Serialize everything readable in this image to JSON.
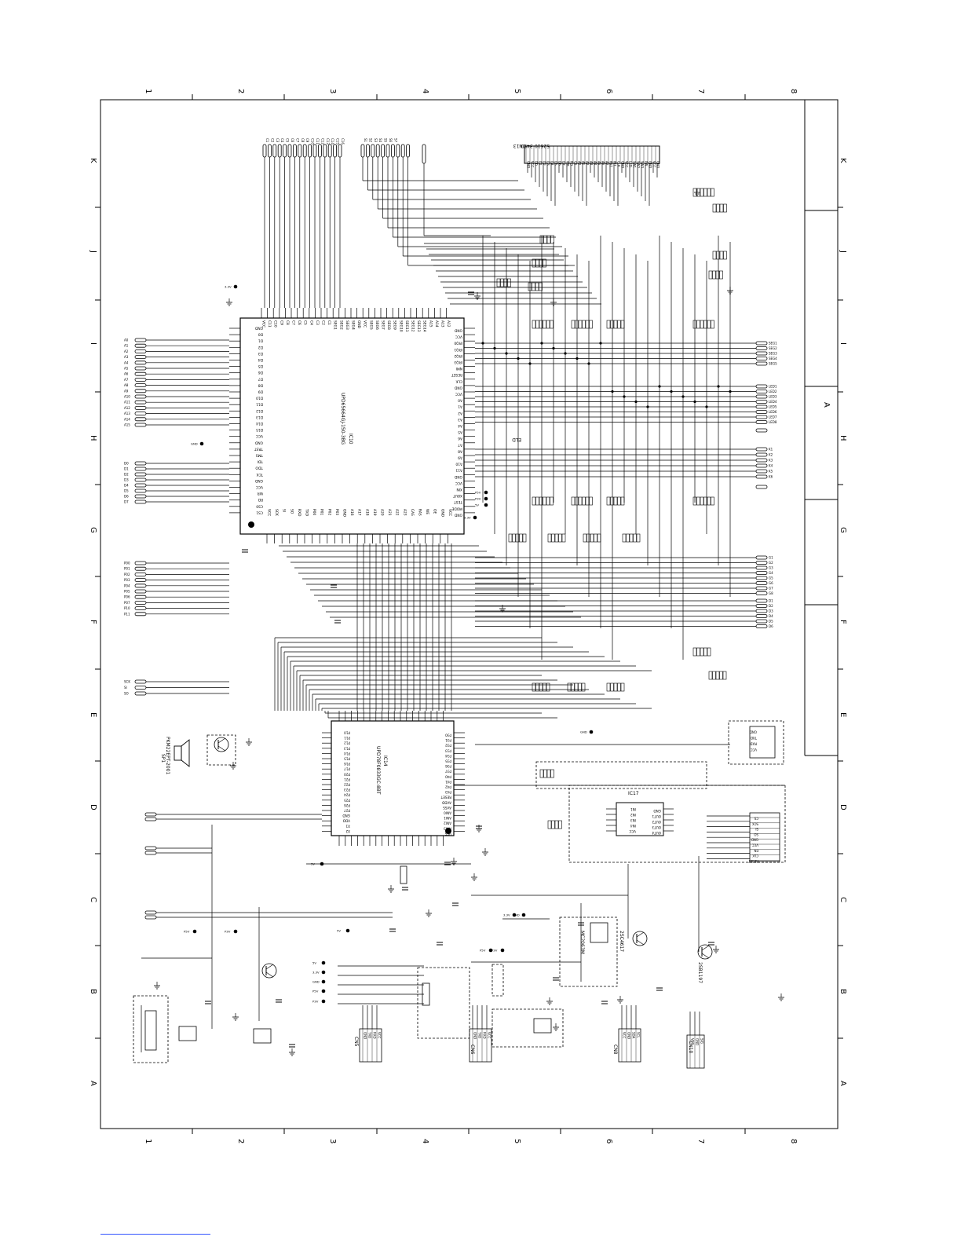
{
  "sheet": {
    "col_labels": [
      "1",
      "2",
      "3",
      "4",
      "5",
      "6",
      "7",
      "8"
    ],
    "row_labels": [
      "K",
      "J",
      "I",
      "H",
      "G",
      "F",
      "E",
      "D",
      "C",
      "B",
      "A"
    ],
    "revision_mark": "A"
  },
  "ics": {
    "ic_main": {
      "ref": "IC10",
      "part": "UPD65664GJ-150-3BG"
    },
    "ic_sub": {
      "ref": "IC14",
      "part": "UPD78F0833GC-8BT"
    },
    "ic_small": {
      "ref": "IC17"
    }
  },
  "labels": {
    "sp1": "SP1",
    "sp1_part": "PKM22EPT-2001",
    "cn13": "CN13",
    "cn13_part": "52610-3490",
    "cn5": "CN5",
    "cn6": "CN6",
    "cn8": "CN8",
    "cn10": "CN10",
    "reg_part": "MC2063M",
    "q_part": "2SC4617",
    "q_part2": "2SB1197",
    "eld": "ELD",
    "gnd": "GND"
  },
  "pin_names": {
    "ic_main_top": [
      "VCC",
      "C11",
      "C10",
      "C9",
      "C8",
      "C7",
      "C6",
      "C5",
      "C4",
      "C3",
      "C2",
      "C1",
      "SEG1",
      "SEG2",
      "SEG3",
      "SEG4",
      "GND",
      "VCC",
      "SEG5",
      "SEG6",
      "SEG7",
      "SEG8",
      "SEG9",
      "SEG10",
      "SEG11",
      "SEG12",
      "SEG13",
      "SEG14",
      "A15",
      "A14",
      "A13",
      "A12"
    ],
    "ic_main_left": [
      "GND",
      "D0",
      "D1",
      "D2",
      "D3",
      "D4",
      "D5",
      "D6",
      "D7",
      "D8",
      "D9",
      "D10",
      "D11",
      "D12",
      "D13",
      "D14",
      "D15",
      "VCC",
      "GND",
      "TRST",
      "TMS",
      "TDI",
      "TDO",
      "TCK",
      "GND",
      "VCC",
      "WR",
      "RD",
      "CS0",
      "CS1"
    ],
    "ic_main_right": [
      "GND",
      "VCC",
      "IRQ0",
      "IRQ1",
      "IRQ2",
      "IRQ3",
      "NMI",
      "RESET",
      "CLK",
      "GND",
      "VCC",
      "A0",
      "A1",
      "A2",
      "A3",
      "A4",
      "A5",
      "A6",
      "A7",
      "A8",
      "A9",
      "A10",
      "A11",
      "GND",
      "VCC",
      "XIN",
      "XOUT",
      "TEST",
      "MODE",
      "GND"
    ],
    "ic_main_bottom": [
      "VCC",
      "SCK",
      "SI",
      "SO",
      "RXD",
      "TXD",
      "P00",
      "P01",
      "P02",
      "P03",
      "GND",
      "A16",
      "A17",
      "A18",
      "A19",
      "A20",
      "A21",
      "A22",
      "A23",
      "CAS",
      "RAS",
      "WE",
      "OE",
      "GND",
      "VCC"
    ],
    "ic_sub_left": [
      "P10",
      "P11",
      "P12",
      "P13",
      "P14",
      "P15",
      "P16",
      "P17",
      "P20",
      "P21",
      "P22",
      "P23",
      "P24",
      "P25",
      "P26",
      "P27",
      "GND",
      "VDD",
      "X1",
      "X2"
    ],
    "ic_sub_right": [
      "P30",
      "P31",
      "P32",
      "P33",
      "P34",
      "P35",
      "P36",
      "P37",
      "P40",
      "P41",
      "P42",
      "P43",
      "RESET",
      "AVDD",
      "AVSS",
      "ANI0",
      "ANI1",
      "ANI2",
      "ANI3",
      "VSS"
    ],
    "cn13": [
      "GND",
      "VCC",
      "D0",
      "D1",
      "D2",
      "D3",
      "D4",
      "D5",
      "D6",
      "D7",
      "WR",
      "RD",
      "CS",
      "A0",
      "A1",
      "A2",
      "A3",
      "A4",
      "A5",
      "A6",
      "A7",
      "RST",
      "INT",
      "CLK",
      "GND",
      "VCC",
      "LED",
      "SW1",
      "SW2",
      "SW3",
      "PW",
      "GND",
      "VCC",
      "GND"
    ],
    "ic17": [
      "IN1",
      "IN2",
      "IN3",
      "IN4",
      "VCC",
      "GND",
      "OUT1",
      "OUT2",
      "OUT3",
      "OUT4"
    ],
    "cn_small": [
      "GND",
      "TXD",
      "RXD",
      "VCC"
    ],
    "cn_b": [
      "VCC",
      "GND",
      "SDA",
      "SCL"
    ],
    "cn_d_right": [
      "CS",
      "SCK",
      "SI",
      "SO",
      "GND",
      "VCC",
      "EN",
      "CLK",
      "RESET"
    ]
  },
  "net_labels": {
    "left_bus1": [
      "A0",
      "A1",
      "A2",
      "A3",
      "A4",
      "A5",
      "A6",
      "A7",
      "A8",
      "A9",
      "A10",
      "A11",
      "A12",
      "A13",
      "A14",
      "A15"
    ],
    "left_bus2": [
      "D0",
      "D1",
      "D2",
      "D3",
      "D4",
      "D5",
      "D6",
      "D7"
    ],
    "left_bus3": [
      "P00",
      "P01",
      "P02",
      "P03",
      "P04",
      "P05",
      "P06",
      "P07",
      "P10",
      "P11"
    ],
    "left_bus4": [
      "SCK",
      "SI",
      "SO"
    ],
    "top_bus_a": [
      "C1",
      "C2",
      "C3",
      "C4",
      "C5",
      "C6",
      "C7",
      "C8",
      "C9",
      "C10",
      "C11",
      "C12",
      "C13",
      "C14",
      "C15",
      "C16"
    ],
    "top_bus_b": [
      "S1",
      "S2",
      "S3",
      "S4",
      "S5",
      "S6",
      "S7"
    ],
    "right_bus1": [
      "SEG1",
      "SEG2",
      "SEG3",
      "SEG4",
      "SEG5"
    ],
    "right_bus2": [
      "LED1",
      "LED2",
      "LED3",
      "LED4",
      "LED5",
      "LED6",
      "LED7",
      "LED8"
    ],
    "right_bus3": [
      "K1",
      "K2",
      "K3",
      "K4",
      "K5",
      "K6"
    ],
    "right_bus4": [
      "G1",
      "G2",
      "G3",
      "G4",
      "G5",
      "G6",
      "G7",
      "G8"
    ],
    "right_bus5": [
      "D1",
      "D2",
      "D3",
      "D4",
      "D5",
      "D6"
    ],
    "power_nets": [
      "P5V",
      "P3V",
      "5V",
      "3.3V",
      "GND"
    ]
  }
}
